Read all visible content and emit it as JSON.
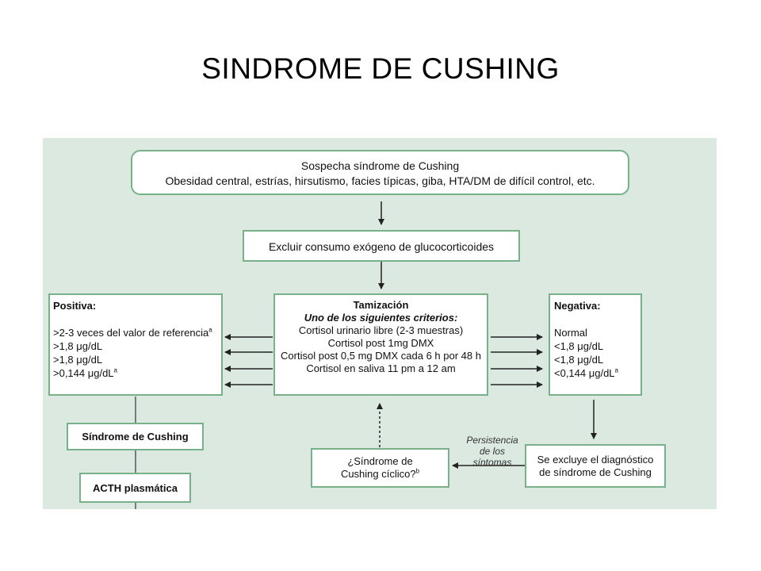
{
  "title": "SINDROME DE CUSHING",
  "colors": {
    "panel": "#dbe9e1",
    "box_border": "#77b089",
    "arrow": "#222222"
  },
  "suspicion": {
    "heading": "Sospecha síndrome de Cushing",
    "detail": "Obesidad central, estrías, hirsutismo, facies típicas, giba, HTA/DM de difícil control, etc."
  },
  "exclude": {
    "text": "Excluir consumo exógeno de glucocorticoides"
  },
  "screening": {
    "heading": "Tamización",
    "subheading": "Uno de los siguientes criterios:",
    "criteria": [
      "Cortisol urinario libre (2-3 muestras)",
      "Cortisol post 1mg DMX",
      "Cortisol post 0,5 mg DMX cada 6 h por 48 h",
      "Cortisol en saliva 11 pm a 12 am"
    ]
  },
  "positive": {
    "heading": "Positiva:",
    "values": [
      ">2-3 veces del valor de referencia",
      ">1,8 μg/dL",
      ">1,8 μg/dL",
      ">0,144 μg/dL"
    ],
    "sup_first": "a",
    "sup_last": "a"
  },
  "negative": {
    "heading": "Negativa:",
    "values": [
      "Normal",
      "<1,8 μg/dL",
      "<1,8 μg/dL",
      "<0,144 μg/dL"
    ],
    "sup_last": "a"
  },
  "cushing_syndrome": {
    "text": "Síndrome de Cushing"
  },
  "acth": {
    "text": "ACTH plasmática"
  },
  "excluded": {
    "line1": "Se excluye el diagnóstico",
    "line2": "de síndrome de Cushing"
  },
  "cyclic": {
    "line1": "¿Síndrome de",
    "line2": "Cushing cíclico?",
    "sup": "b"
  },
  "persistence_note": {
    "line1": "Persistencia",
    "line2": "de los",
    "line3": "síntomas"
  }
}
